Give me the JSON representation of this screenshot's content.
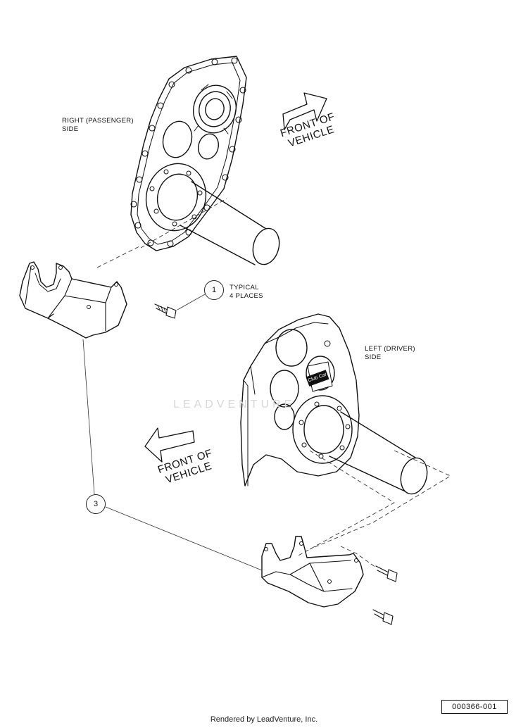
{
  "labels": {
    "right_side_line1": "RIGHT (PASSENGER)",
    "right_side_line2": "SIDE",
    "left_side_line1": "LEFT (DRIVER)",
    "left_side_line2": "SIDE",
    "front_top_line1": "FRONT OF",
    "front_top_line2": "VEHICLE",
    "front_bottom_line1": "FRONT OF",
    "front_bottom_line2": "VEHICLE",
    "typical_line1": "TYPICAL",
    "typical_line2": "4 PLACES",
    "brand_badge": "Club Car"
  },
  "callouts": [
    "1",
    "3"
  ],
  "figure_number": "000366-001",
  "watermark_text": "LEADVENTURE",
  "footer": "Rendered by LeadVenture, Inc."
}
